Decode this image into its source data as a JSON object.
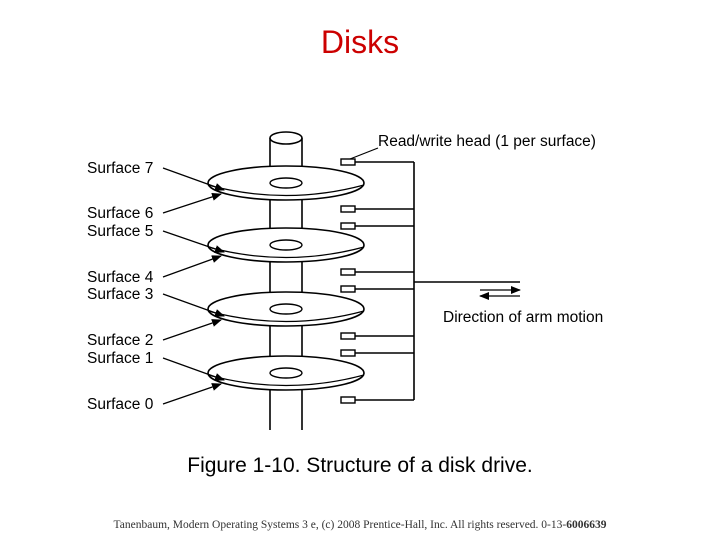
{
  "title": "Disks",
  "diagram": {
    "head_label": "Read/write head (1 per surface)",
    "motion_label": "Direction of arm motion",
    "surfaces": [
      "Surface 7",
      "Surface 6",
      "Surface 5",
      "Surface 4",
      "Surface 3",
      "Surface 2",
      "Surface 1",
      "Surface 0"
    ]
  },
  "caption": "Figure 1-10. Structure of a disk drive.",
  "footer": {
    "text": "Tanenbaum, Modern Operating Systems 3 e, (c) 2008 Prentice-Hall, Inc. All rights reserved. 0-13-",
    "isbn_bold": "6006639"
  }
}
